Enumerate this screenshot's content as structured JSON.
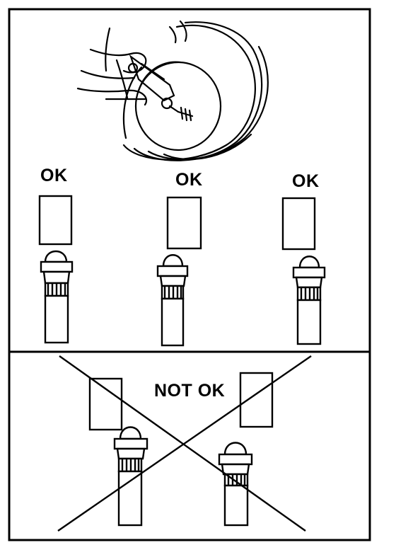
{
  "labels": {
    "ok_left": "OK",
    "ok_middle": "OK",
    "ok_right": "OK",
    "not_ok": "NOT OK"
  },
  "colors": {
    "ink": "#000000",
    "paper": "#ffffff"
  },
  "icons": [
    "hand-tool-icon",
    "tire-icon",
    "gauge-icon",
    "valve-stem-icon",
    "cross-out-icon"
  ]
}
